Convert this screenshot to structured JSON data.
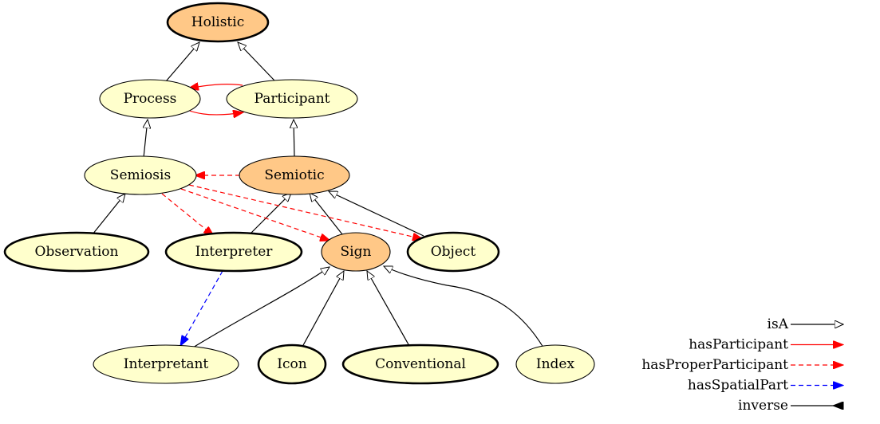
{
  "nodes": [
    {
      "id": "holistic",
      "label": "Holistic",
      "fill": "#ffc887",
      "bold": true
    },
    {
      "id": "process",
      "label": "Process",
      "fill": "#ffffcc",
      "bold": false
    },
    {
      "id": "participant",
      "label": "Participant",
      "fill": "#ffffcc",
      "bold": false
    },
    {
      "id": "semiosis",
      "label": "Semiosis",
      "fill": "#ffffcc",
      "bold": false
    },
    {
      "id": "semiotic",
      "label": "Semiotic",
      "fill": "#ffc887",
      "bold": false
    },
    {
      "id": "observation",
      "label": "Observation",
      "fill": "#ffffcc",
      "bold": true
    },
    {
      "id": "interpreter",
      "label": "Interpreter",
      "fill": "#ffffcc",
      "bold": true
    },
    {
      "id": "sign",
      "label": "Sign",
      "fill": "#ffc887",
      "bold": false
    },
    {
      "id": "object",
      "label": "Object",
      "fill": "#ffffcc",
      "bold": true
    },
    {
      "id": "interpretant",
      "label": "Interpretant",
      "fill": "#ffffcc",
      "bold": false
    },
    {
      "id": "icon",
      "label": "Icon",
      "fill": "#ffffcc",
      "bold": true
    },
    {
      "id": "conventional",
      "label": "Conventional",
      "fill": "#ffffcc",
      "bold": true
    },
    {
      "id": "index",
      "label": "Index",
      "fill": "#ffffcc",
      "bold": false
    }
  ],
  "edges": [
    {
      "from": "process",
      "to": "holistic",
      "relation": "isA"
    },
    {
      "from": "participant",
      "to": "holistic",
      "relation": "isA"
    },
    {
      "from": "semiosis",
      "to": "process",
      "relation": "isA"
    },
    {
      "from": "semiotic",
      "to": "participant",
      "relation": "isA"
    },
    {
      "from": "observation",
      "to": "semiosis",
      "relation": "isA"
    },
    {
      "from": "interpreter",
      "to": "semiotic",
      "relation": "isA"
    },
    {
      "from": "sign",
      "to": "semiotic",
      "relation": "isA"
    },
    {
      "from": "object",
      "to": "semiotic",
      "relation": "isA"
    },
    {
      "from": "interpretant",
      "to": "sign",
      "relation": "isA"
    },
    {
      "from": "icon",
      "to": "sign",
      "relation": "isA"
    },
    {
      "from": "conventional",
      "to": "sign",
      "relation": "isA"
    },
    {
      "from": "index",
      "to": "sign",
      "relation": "isA"
    },
    {
      "from": "process",
      "to": "participant",
      "relation": "hasParticipant"
    },
    {
      "from": "participant",
      "to": "process",
      "relation": "hasParticipant"
    },
    {
      "from": "semiotic",
      "to": "semiosis",
      "relation": "hasProperParticipant"
    },
    {
      "from": "semiosis",
      "to": "interpreter",
      "relation": "hasProperParticipant"
    },
    {
      "from": "semiosis",
      "to": "sign",
      "relation": "hasProperParticipant"
    },
    {
      "from": "semiosis",
      "to": "object",
      "relation": "hasProperParticipant"
    },
    {
      "from": "interpreter",
      "to": "interpretant",
      "relation": "hasSpatialPart"
    }
  ],
  "legend": [
    {
      "label": "isA",
      "color": "#000000",
      "style": "solid",
      "head": "open-triangle"
    },
    {
      "label": "hasParticipant",
      "color": "#ff0000",
      "style": "solid",
      "head": "filled-triangle"
    },
    {
      "label": "hasProperParticipant",
      "color": "#ff0000",
      "style": "dashed",
      "head": "filled-triangle"
    },
    {
      "label": "hasSpatialPart",
      "color": "#0000ff",
      "style": "dashed",
      "head": "filled-triangle"
    },
    {
      "label": "inverse",
      "color": "#000000",
      "style": "solid",
      "head": "filled-reverse"
    }
  ]
}
